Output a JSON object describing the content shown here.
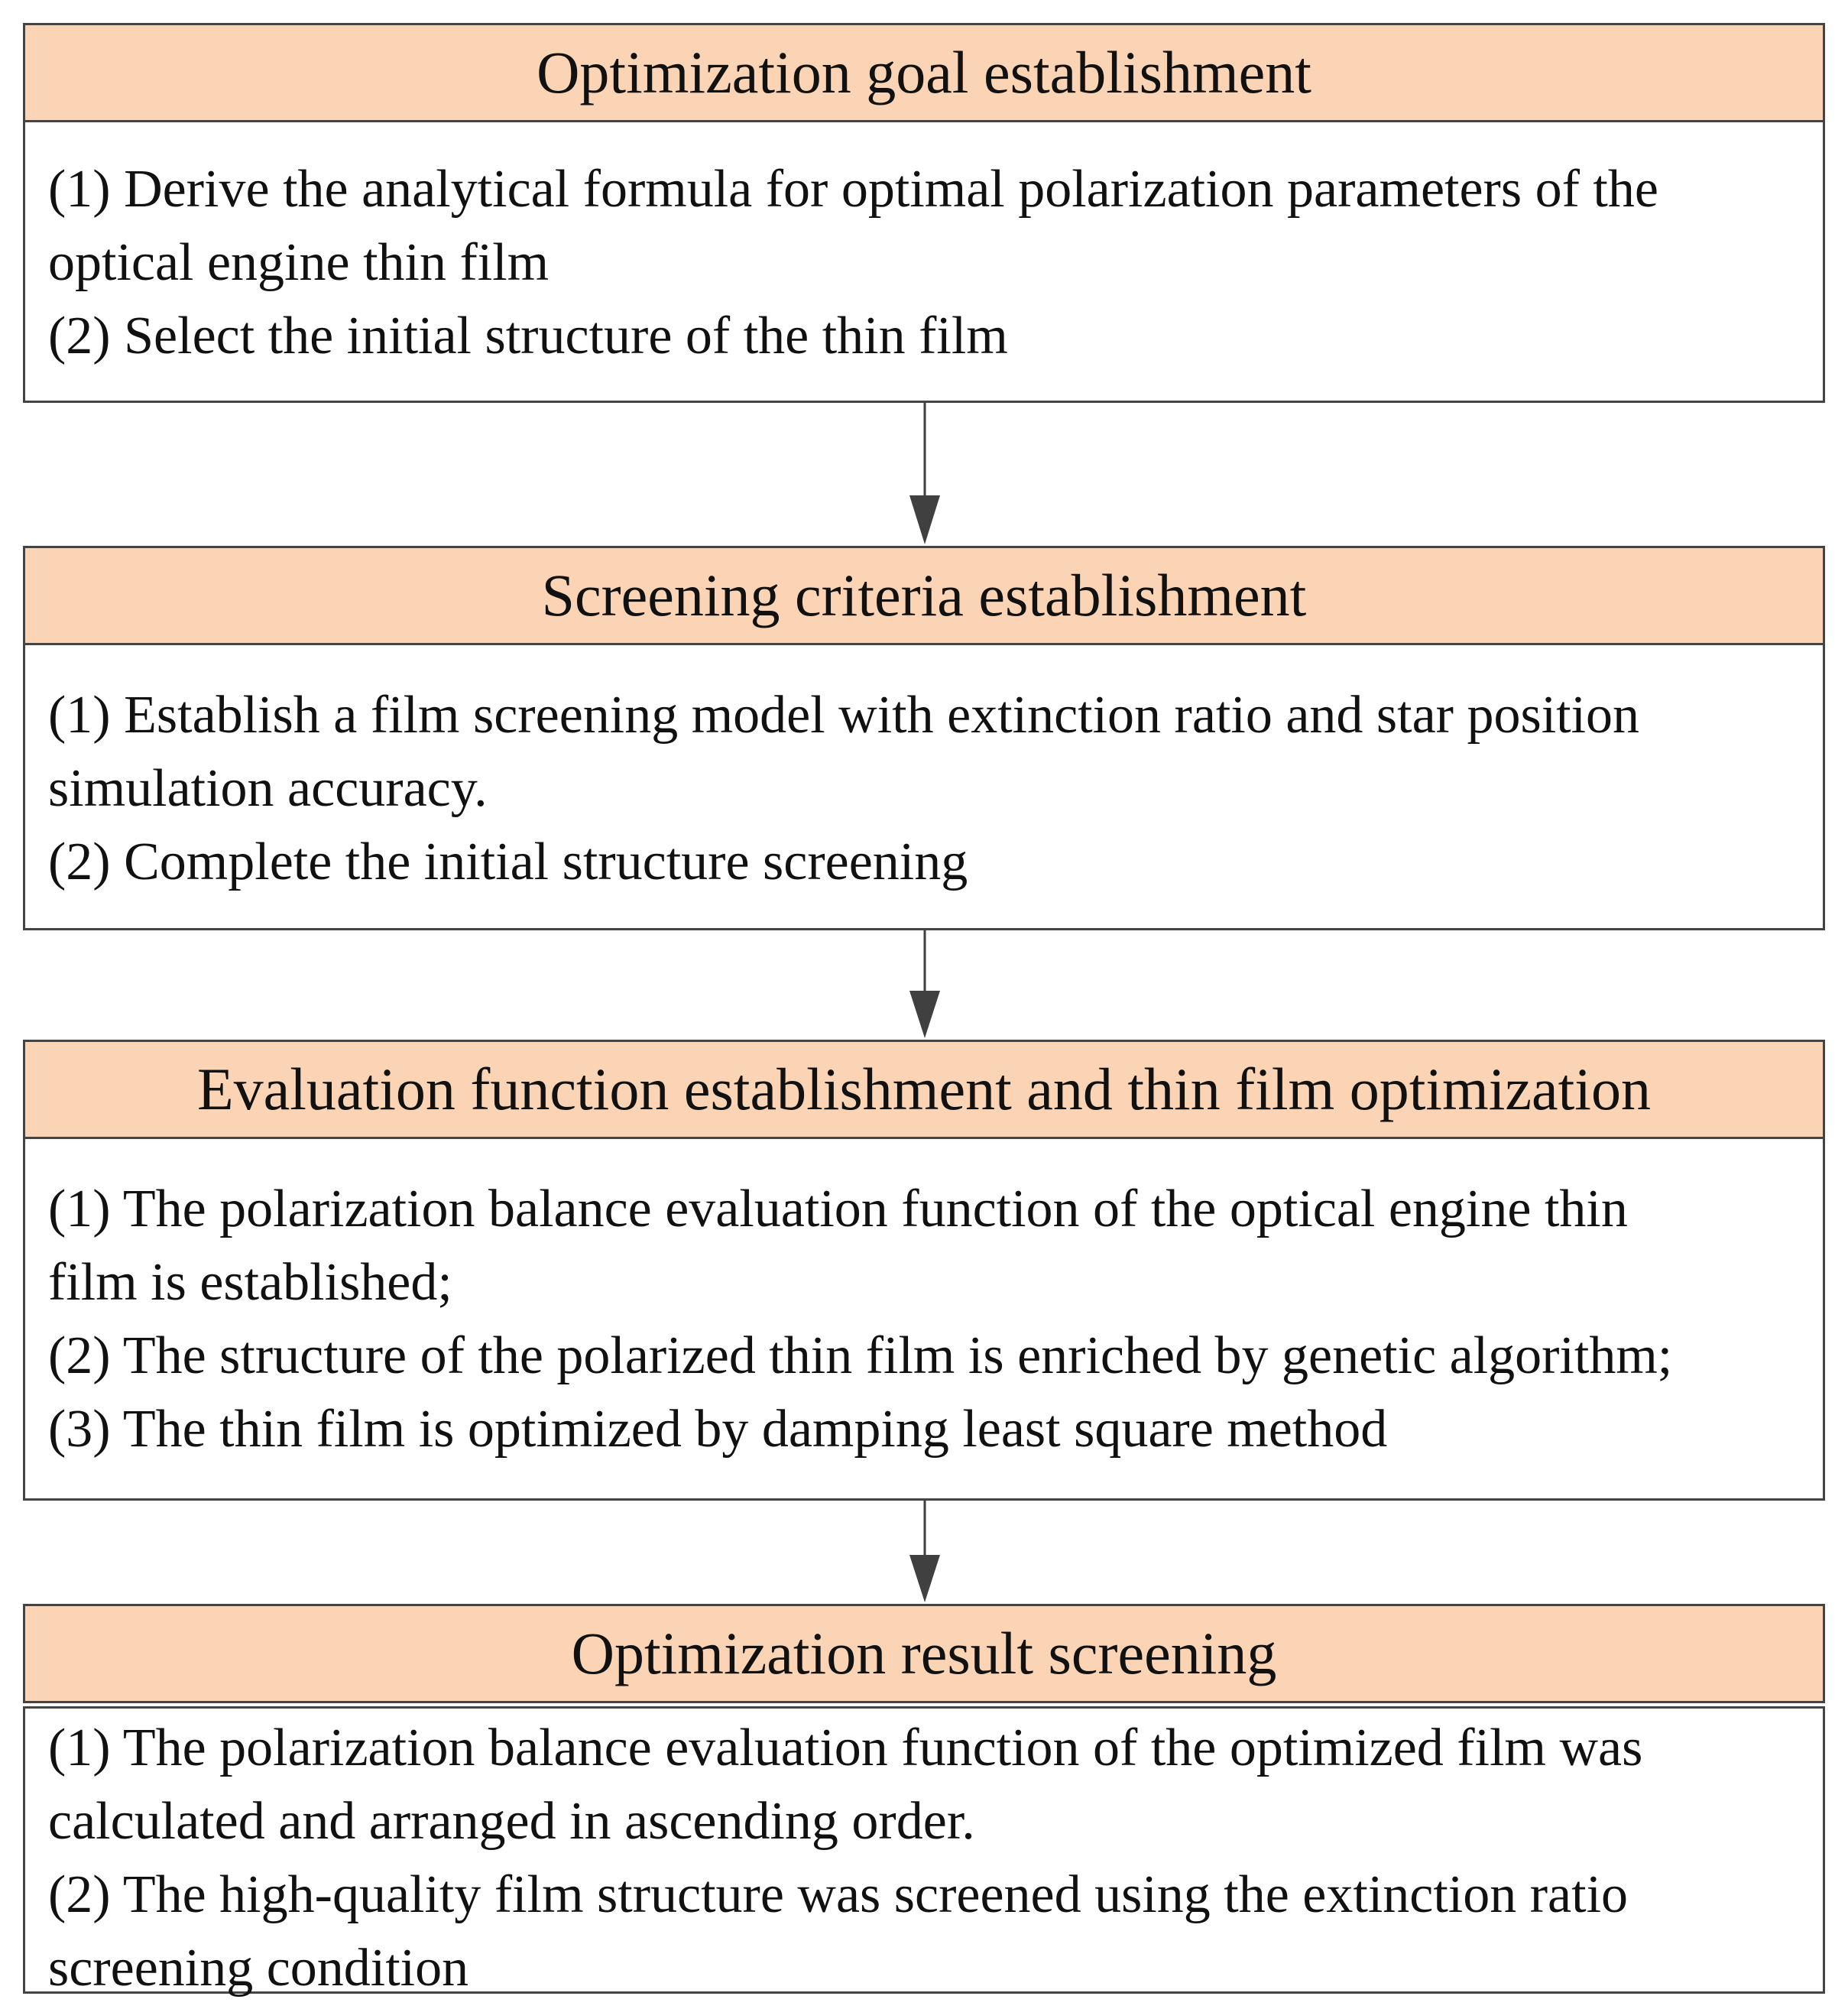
{
  "colors": {
    "header_fill": "#FAD4B4",
    "border": "#444444",
    "arrow": "#404040"
  },
  "steps": [
    {
      "title": "Optimization goal establishment",
      "lines": [
        "(1) Derive the analytical formula for optimal polarization parameters of the",
        "optical engine thin film",
        "(2) Select the initial structure of the thin film"
      ]
    },
    {
      "title": "Screening criteria establishment",
      "lines": [
        "(1) Establish a film screening model with extinction ratio and star position",
        "simulation accuracy.",
        "(2) Complete the initial structure screening"
      ]
    },
    {
      "title": "Evaluation function establishment and thin film optimization",
      "lines": [
        "(1) The polarization balance evaluation function of the optical engine thin",
        "film is established;",
        "(2) The structure of the polarized thin film is enriched by genetic algorithm;",
        "(3) The thin film is optimized by damping least square method"
      ]
    },
    {
      "title": "Optimization result screening",
      "lines": [
        "(1) The polarization balance evaluation function of the optimized film was",
        "calculated and arranged in ascending order.",
        " (2) The high-quality film structure was screened using the extinction ratio",
        "screening condition"
      ]
    }
  ]
}
